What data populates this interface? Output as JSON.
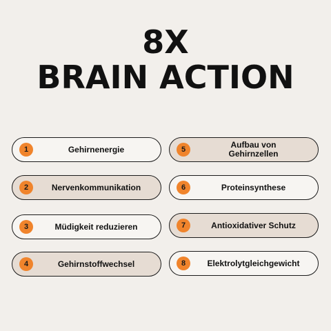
{
  "title": {
    "line1": "8X",
    "line2": "BRAIN ACTION"
  },
  "benefits": [
    {
      "number": "1",
      "label": "Gehirnenergie"
    },
    {
      "number": "2",
      "label": "Nervenkommunikation"
    },
    {
      "number": "3",
      "label": "Müdigkeit reduzieren"
    },
    {
      "number": "4",
      "label": "Gehirnstoffwechsel"
    },
    {
      "number": "5",
      "label": "Aufbau von\nGehirnzellen"
    },
    {
      "number": "6",
      "label": "Proteinsynthese"
    },
    {
      "number": "7",
      "label": "Antioxidativer Schutz"
    },
    {
      "number": "8",
      "label": "Elektrolytgleichgewicht"
    }
  ],
  "colors": {
    "background": "#f2efeb",
    "badge": "#f0842c",
    "pill_light": "#f7f5f2",
    "pill_tan": "#e6dcd3",
    "outline": "#1a1a1a"
  }
}
